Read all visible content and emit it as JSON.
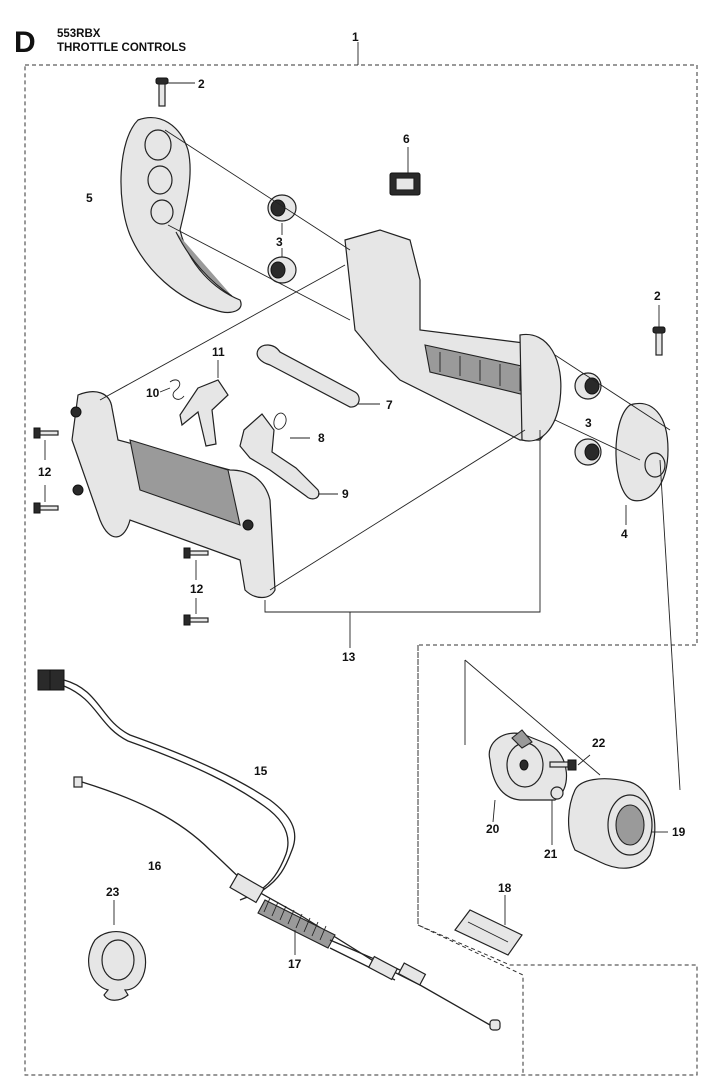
{
  "header": {
    "section_letter": "D",
    "model": "553RBX",
    "title": "THROTTLE CONTROLS"
  },
  "callouts": {
    "c1": "1",
    "c2a": "2",
    "c2b": "2",
    "c3a": "3",
    "c3b": "3",
    "c4": "4",
    "c5": "5",
    "c6": "6",
    "c7": "7",
    "c8": "8",
    "c9": "9",
    "c10": "10",
    "c11": "11",
    "c12a": "12",
    "c12b": "12",
    "c13": "13",
    "c15": "15",
    "c16": "16",
    "c17": "17",
    "c18": "18",
    "c19": "19",
    "c20": "20",
    "c21": "21",
    "c22": "22",
    "c23": "23"
  }
}
